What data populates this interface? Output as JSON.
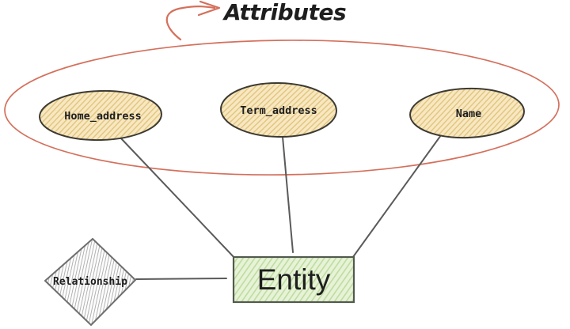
{
  "diagram": {
    "annotation_label": "Attributes",
    "attribute_nodes": [
      {
        "label": "Home_address"
      },
      {
        "label": "Term_address"
      },
      {
        "label": "Name"
      }
    ],
    "entity_label": "Entity",
    "relationship_label": "Relationship",
    "colors": {
      "annotation_red": "#d4705c",
      "attribute_fill": "#f7e8c2",
      "attribute_hatch": "#e2c47c",
      "attribute_border": "#3d3a33",
      "entity_fill": "#e7f3d7",
      "entity_hatch": "#bedca1",
      "entity_border": "#525a4e",
      "relationship_fill": "#fdfdfd",
      "relationship_hatch": "#ababab",
      "relationship_border": "#6e6e6e",
      "connector": "#5a5a5a",
      "text": "#1e1e1e"
    }
  }
}
